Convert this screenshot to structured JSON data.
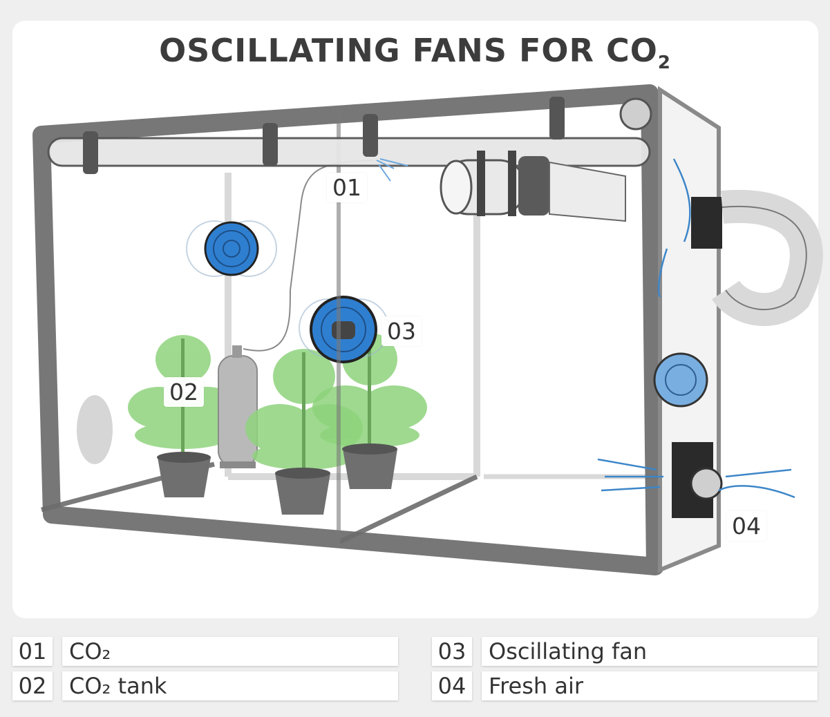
{
  "title": {
    "text": "OSCILLATING FANS FOR CO",
    "subscript": "2"
  },
  "callouts": {
    "c01": "01",
    "c02": "02",
    "c03": "03",
    "c04": "04"
  },
  "legend": [
    {
      "number": "01",
      "label": "CO₂"
    },
    {
      "number": "02",
      "label": "CO₂ tank"
    },
    {
      "number": "03",
      "label": "Oscillating fan"
    },
    {
      "number": "04",
      "label": "Fresh air"
    }
  ],
  "colors": {
    "frame": "#6b6b6b",
    "fan_blue": "#2f7fd1",
    "plant_green": "#7cc36a",
    "airflow": "#3d86c9"
  }
}
